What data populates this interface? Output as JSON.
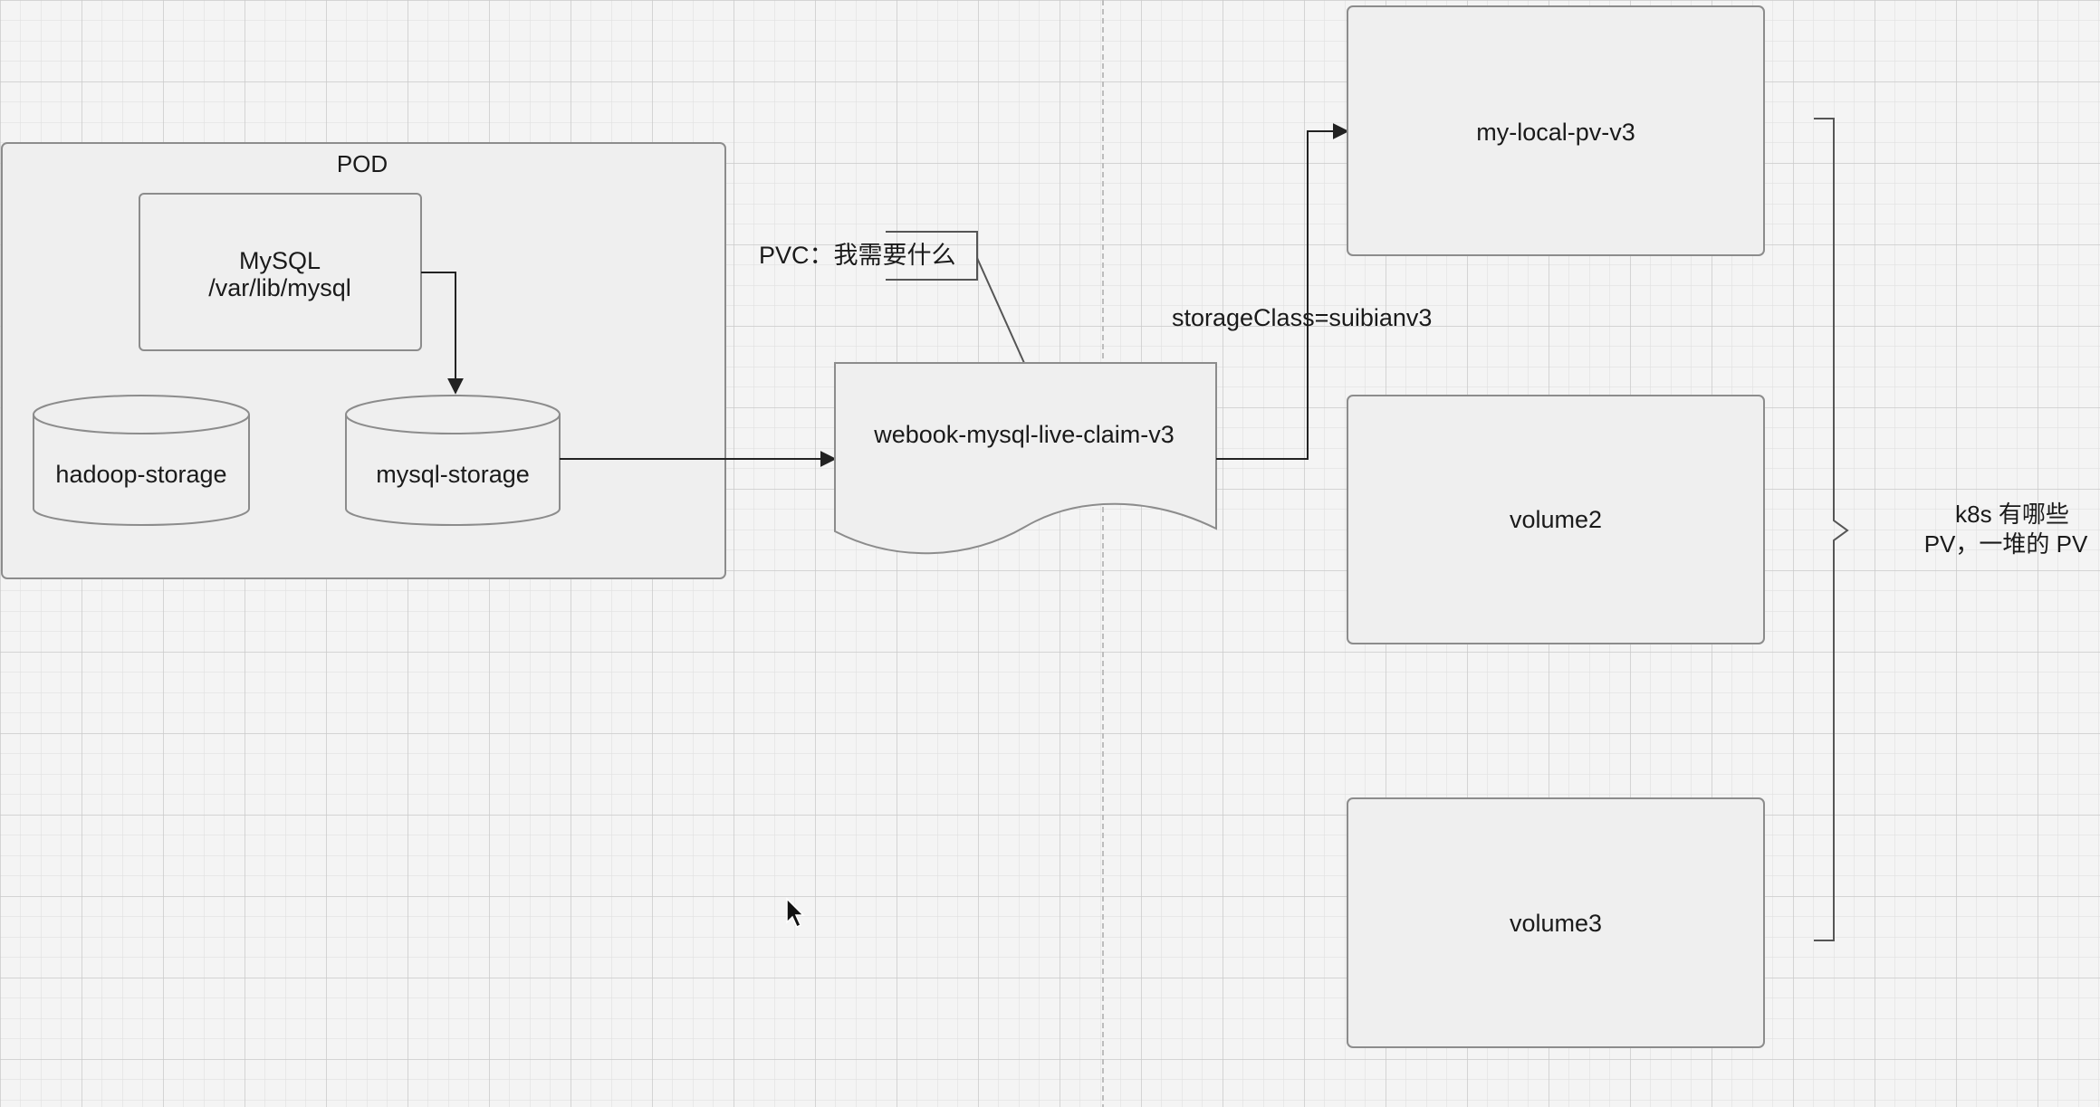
{
  "pod": {
    "title": "POD"
  },
  "mysql": {
    "line1": "MySQL",
    "line2": "/var/lib/mysql"
  },
  "hadoop_storage": {
    "label": "hadoop-storage"
  },
  "mysql_storage": {
    "label": "mysql-storage"
  },
  "pvc_note": {
    "label": "PVC：我需要什么"
  },
  "claim": {
    "label": "webook-mysql-live-claim-v3"
  },
  "storage_class": {
    "label": "storageClass=suibianv3"
  },
  "volumes": [
    {
      "label": "my-local-pv-v3"
    },
    {
      "label": "volume2"
    },
    {
      "label": "volume3"
    }
  ],
  "brace_note": {
    "line1": "k8s 有哪些",
    "line2": "PV，一堆的 PV"
  }
}
